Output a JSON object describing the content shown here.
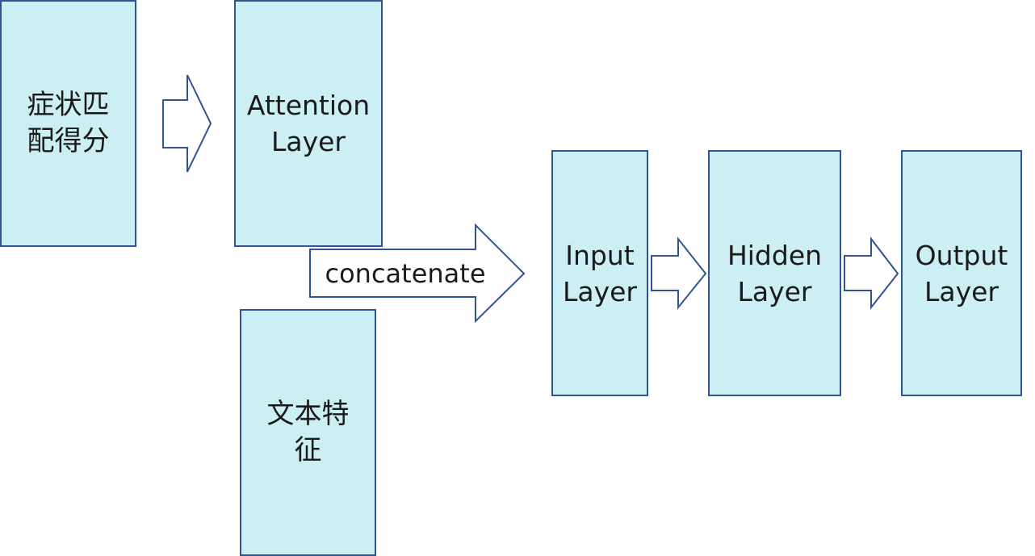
{
  "diagram": {
    "nodes": {
      "symptom_score": {
        "line1": "症状匹",
        "line2": "配得分"
      },
      "attention_layer": {
        "line1": "Attention",
        "line2": "Layer"
      },
      "text_features": {
        "line1": "文本特",
        "line2": "征"
      },
      "input_layer": {
        "line1": "Input",
        "line2": "Layer"
      },
      "hidden_layer": {
        "line1": "Hidden",
        "line2": "Layer"
      },
      "output_layer": {
        "line1": "Output",
        "line2": "Layer"
      }
    },
    "edges": {
      "concat_label": "concatenate"
    }
  },
  "colors": {
    "box_fill": "#cceff3",
    "box_stroke": "#2f5494",
    "arrow_fill": "#ffffff",
    "arrow_stroke": "#2f5494"
  }
}
